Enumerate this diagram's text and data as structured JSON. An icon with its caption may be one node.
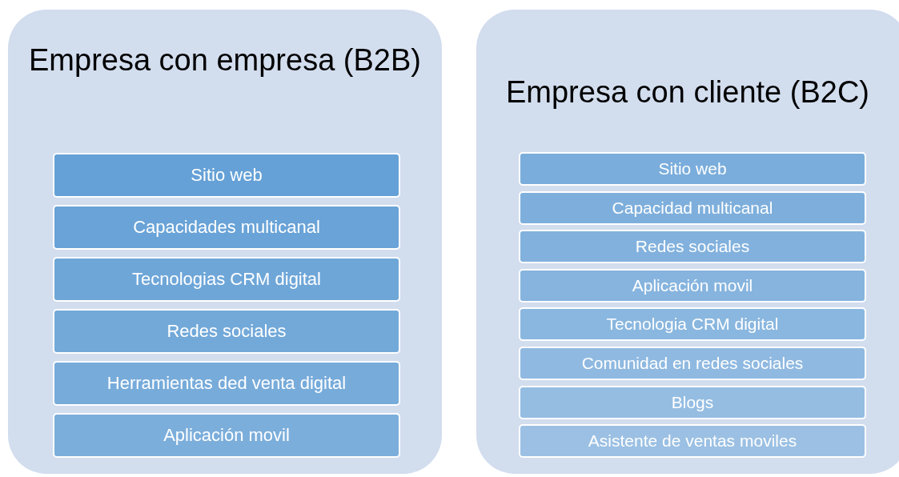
{
  "diagram": {
    "nodes": [
      {
        "text": [
          "Empresa con empresa (B2B)"
        ]
      },
      {
        "text": [
          "Sitio web"
        ],
        "in": 0
      },
      {
        "text": [
          "Capacidades multicanal"
        ],
        "in": 0
      },
      {
        "text": [
          "Tecnologias CRM digital"
        ],
        "in": 0
      },
      {
        "text": [
          "Redes sociales"
        ],
        "in": 0
      },
      {
        "text": [
          "Herramientas ded venta digital"
        ],
        "in": 0
      },
      {
        "text": [
          "Aplicación movil"
        ],
        "in": 0
      },
      {
        "text": [
          "Empresa con cliente (B2C)"
        ]
      },
      {
        "text": [
          "Sitio web"
        ],
        "in": 7
      },
      {
        "text": [
          "Capacidad multicanal"
        ],
        "in": 7
      },
      {
        "text": [
          "Redes sociales"
        ],
        "in": 7
      },
      {
        "text": [
          "Aplicación movil"
        ],
        "in": 7
      },
      {
        "text": [
          "Tecnologia CRM digital"
        ],
        "in": 7
      },
      {
        "text": [
          "Comunidad en redes sociales"
        ],
        "in": 7
      },
      {
        "text": [
          "Blogs"
        ],
        "in": 7
      },
      {
        "text": [
          "Asistente de ventas moviles"
        ],
        "in": 7
      }
    ]
  }
}
